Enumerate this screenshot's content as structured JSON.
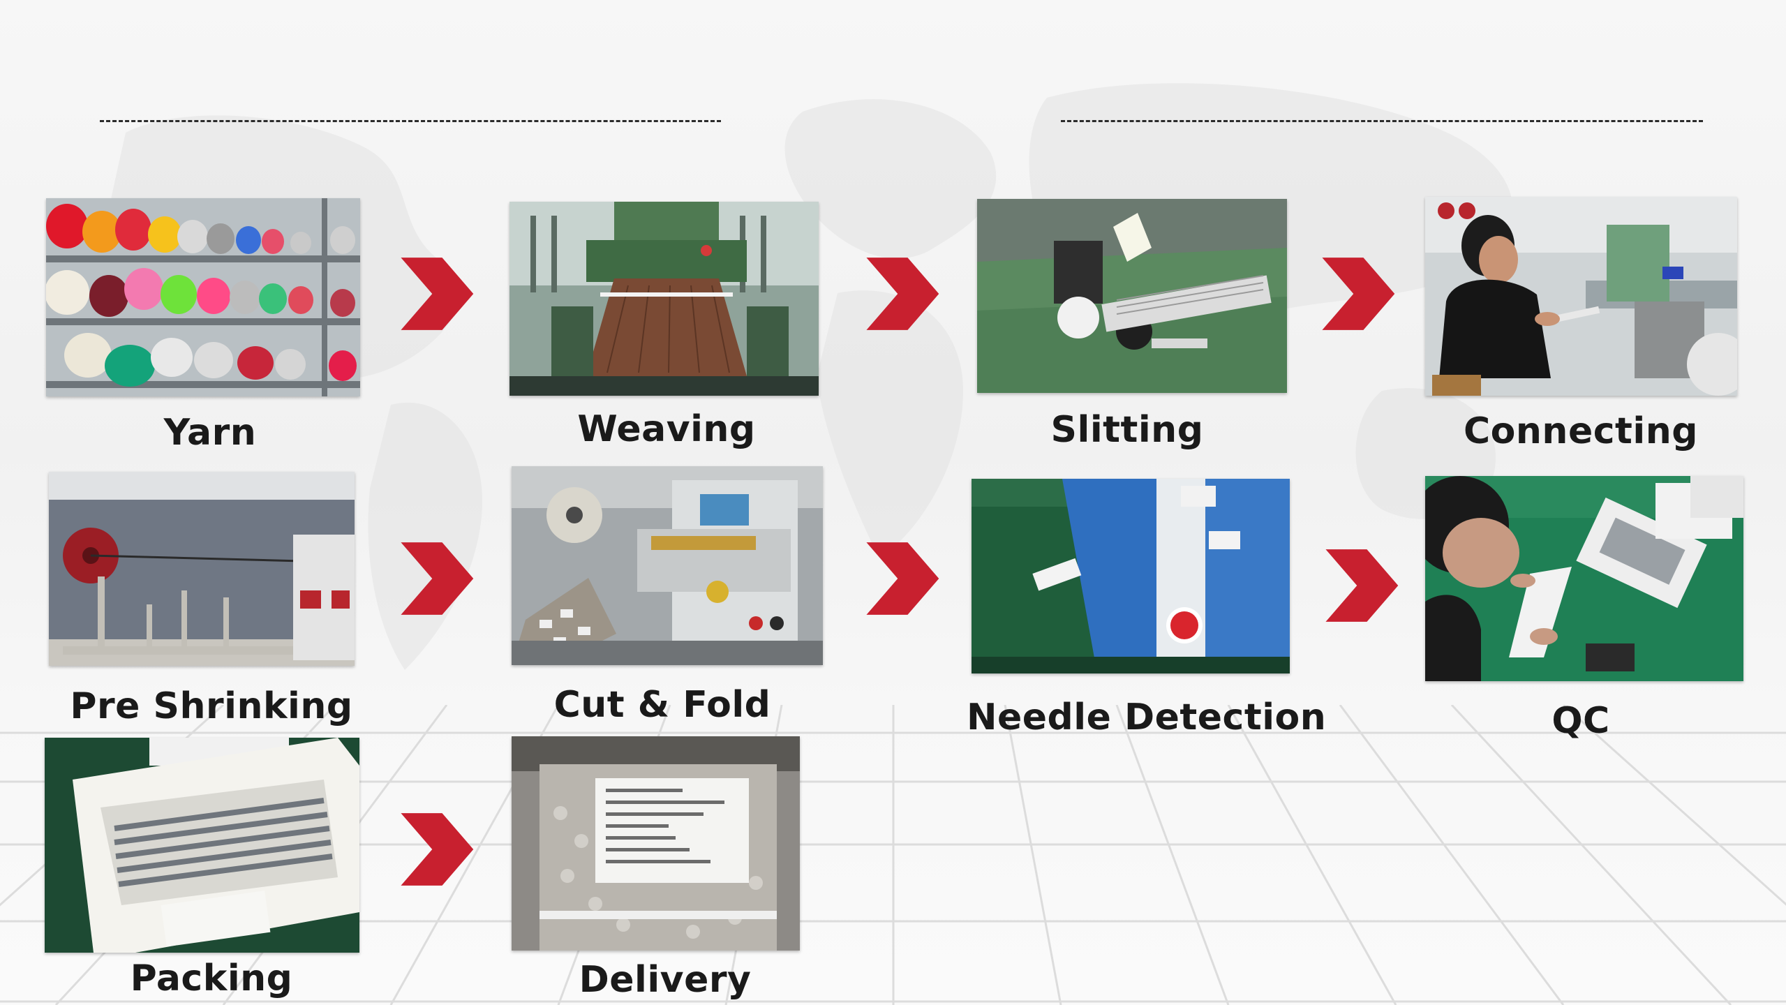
{
  "steps": [
    {
      "id": "yarn",
      "label": "Yarn"
    },
    {
      "id": "weaving",
      "label": "Weaving"
    },
    {
      "id": "slitting",
      "label": "Slitting"
    },
    {
      "id": "connecting",
      "label": "Connecting"
    },
    {
      "id": "pre-shrinking",
      "label": "Pre Shrinking"
    },
    {
      "id": "cut-fold",
      "label": "Cut & Fold"
    },
    {
      "id": "needle-detection",
      "label": "Needle Detection"
    },
    {
      "id": "qc",
      "label": "QC"
    },
    {
      "id": "packing",
      "label": "Packing"
    },
    {
      "id": "delivery",
      "label": "Delivery"
    }
  ],
  "colors": {
    "arrow": "#c8202f",
    "label_text": "#1a1a1a",
    "divider": "#2b2b2b",
    "background": "#f3f3f3"
  },
  "icons": {
    "arrow": "chevron-right-icon"
  }
}
